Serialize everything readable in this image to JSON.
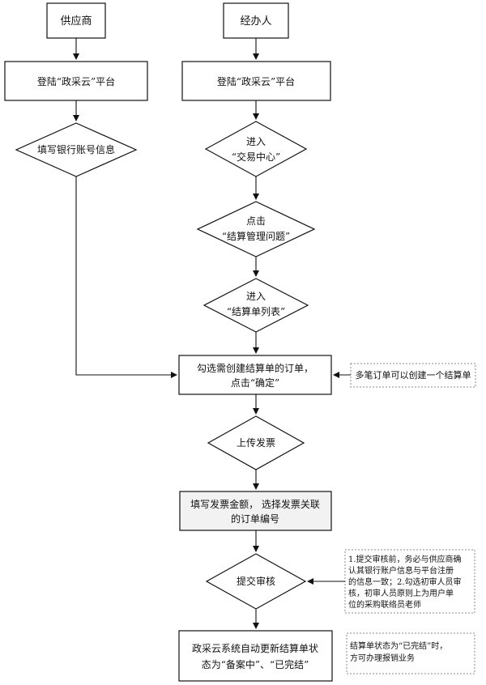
{
  "lanes": {
    "supplier": "供应商",
    "handler": "经办人"
  },
  "supplier_steps": {
    "login": "登陆“政采云”平台",
    "bank_info": "填写银行账号信息"
  },
  "handler_steps": {
    "login": "登陆“政采云”平台",
    "enter_trade_line1": "进入",
    "enter_trade_line2": "“交易中心”",
    "click_settle_line1": "点击",
    "click_settle_line2": "“结算管理问题”",
    "enter_list_line1": "进入",
    "enter_list_line2": "“结算单列表”",
    "select_orders_line1": "勾选需创建结算单的订单，",
    "select_orders_line2": "点击“确定”",
    "upload_invoice": "上传发票",
    "fill_invoice_line1": "填写发票金额，  选择发票关联",
    "fill_invoice_line2": "的订单编号",
    "submit_review": "提交审核",
    "auto_update_line1": "政采云系统自动更新结算单状",
    "auto_update_line2": "态为“备案中”、“已完结”"
  },
  "notes": {
    "multi_orders": "多笔订单可以创建一个结算单",
    "review_line1": "1.提交审核前，务必与供应商确",
    "review_line2": "认其银行账户信息与平台注册",
    "review_line3": "的信息一致；2.勾选初审人员审",
    "review_line4": "核，初审人员原则上为用户单",
    "review_line5": "位的采购联络员老师",
    "completed_line1": "结算单状态为“已完结”时，",
    "completed_line2": "方可办理报销业务"
  }
}
